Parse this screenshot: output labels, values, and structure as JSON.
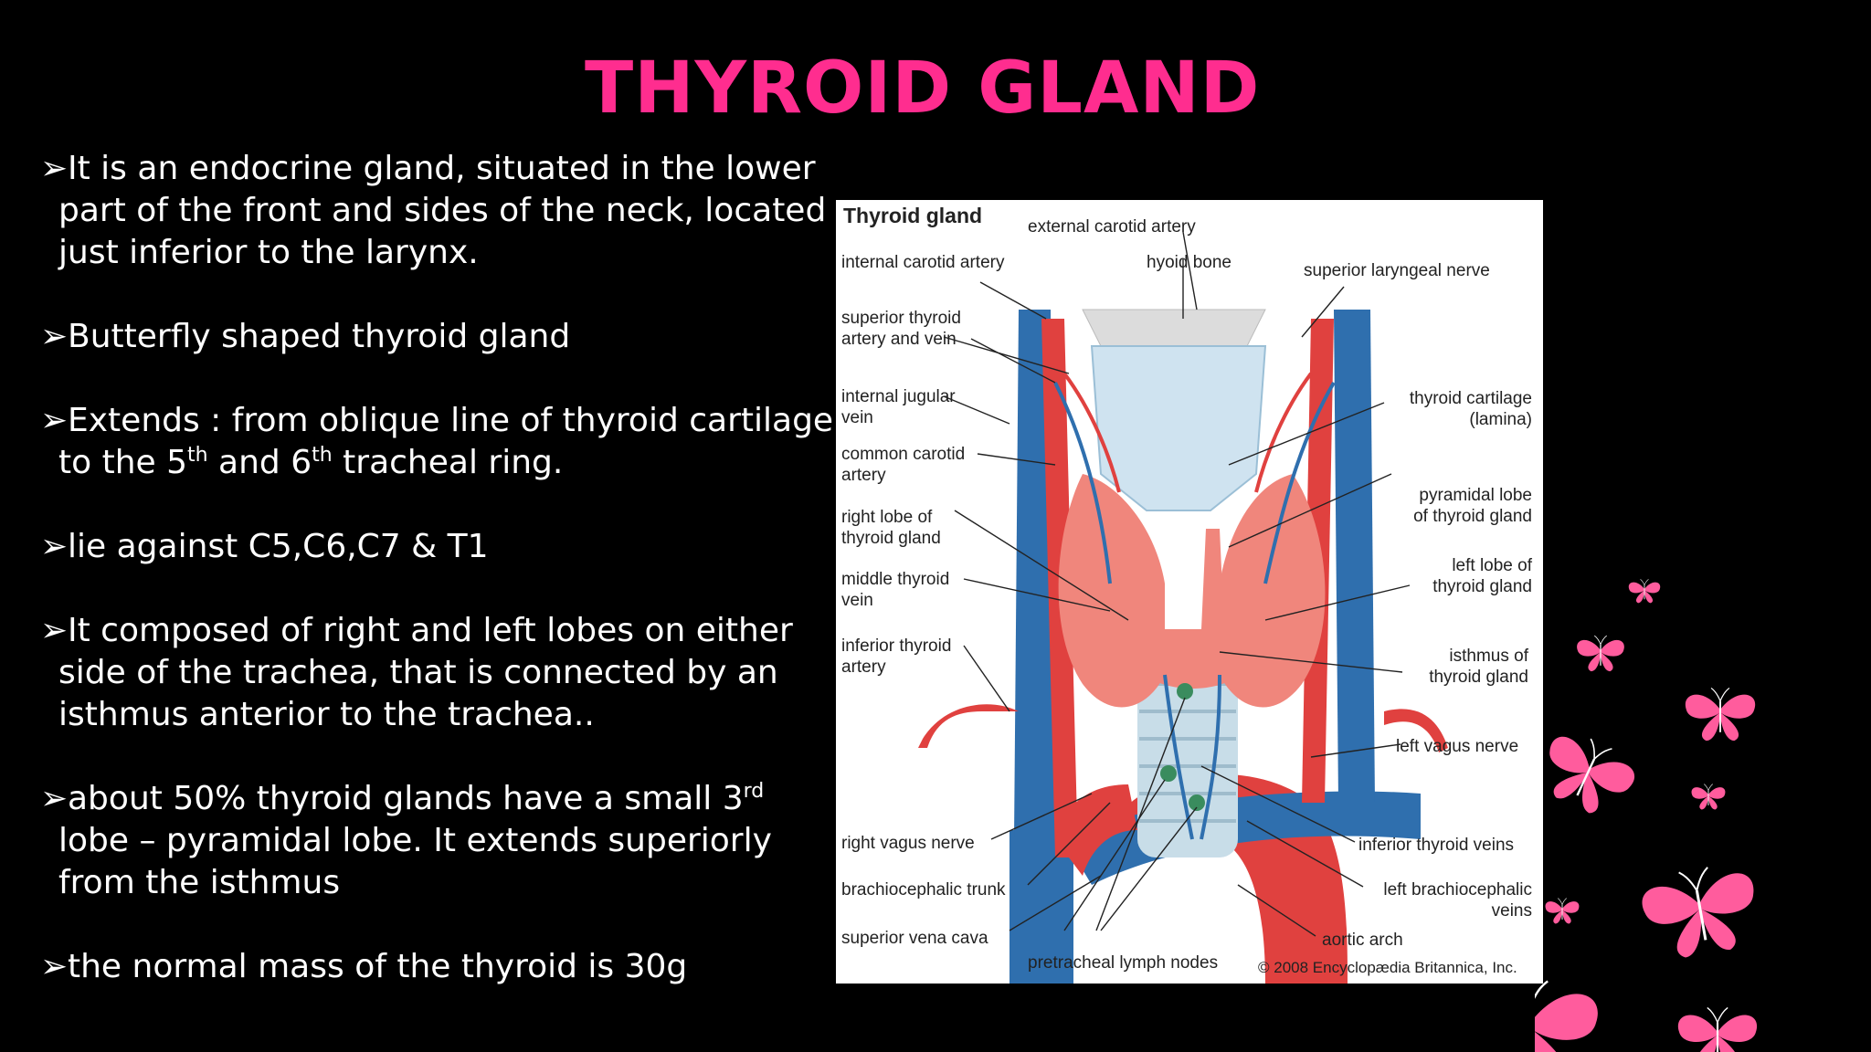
{
  "slide": {
    "title": "THYROID GLAND",
    "accent_color": "#ff2d8f",
    "bullets": [
      {
        "lines": [
          "It is an endocrine gland, situated  in the lower",
          "part of the front and sides of the neck, located",
          "just inferior to the larynx."
        ]
      },
      {
        "lines": [
          "Butterfly shaped thyroid gland"
        ]
      },
      {
        "lines": [
          "Extends : from oblique line of thyroid cartilage"
        ],
        "line2_parts": {
          "a": "to the 5",
          "sup1": "th",
          "b": " and 6",
          "sup2": "th",
          "c": " tracheal ring."
        }
      },
      {
        "lines": [
          "lie against C5,C6,C7 & T1"
        ]
      },
      {
        "lines": [
          "It composed of right and left lobes on either",
          "side of the trachea, that is connected by an",
          "isthmus anterior to the trachea.."
        ]
      },
      {
        "line1_parts": {
          "a": "about 50% thyroid glands have a small 3",
          "sup": "rd"
        },
        "lines": [
          "lobe – pyramidal lobe. It extends superiorly",
          "from the isthmus"
        ]
      },
      {
        "lines": [
          "the normal mass of the thyroid is 30g"
        ]
      }
    ],
    "bullet_glyph": "➢"
  },
  "figure": {
    "title": "Thyroid gland",
    "labels": {
      "external_carotid_artery": "external carotid artery",
      "internal_carotid_artery": "internal carotid artery",
      "hyoid_bone": "hyoid bone",
      "superior_laryngeal_nerve": "superior laryngeal nerve",
      "superior_thyroid_1": "superior thyroid",
      "superior_thyroid_2": "artery and vein",
      "internal_jugular_1": "internal jugular",
      "internal_jugular_2": "vein",
      "thyroid_cartilage_1": "thyroid cartilage",
      "thyroid_cartilage_2": "(lamina)",
      "common_carotid_1": "common carotid",
      "common_carotid_2": "artery",
      "right_lobe_1": "right lobe of",
      "right_lobe_2": "thyroid gland",
      "pyramidal_1": "pyramidal lobe",
      "pyramidal_2": "of thyroid gland",
      "middle_thyroid_1": "middle thyroid",
      "middle_thyroid_2": "vein",
      "left_lobe_1": "left lobe of",
      "left_lobe_2": "thyroid gland",
      "inferior_thyroid_1": "inferior thyroid",
      "inferior_thyroid_2": "artery",
      "isthmus_1": "isthmus of",
      "isthmus_2": "thyroid gland",
      "left_vagus": "left vagus nerve",
      "right_vagus": "right vagus nerve",
      "inferior_thyroid_veins": "inferior thyroid veins",
      "brachiocephalic_trunk": "brachiocephalic trunk",
      "left_brachio_1": "left brachiocephalic",
      "left_brachio_2": "veins",
      "superior_vena_cava": "superior vena cava",
      "aortic_arch": "aortic arch",
      "pretracheal": "pretracheal lymph nodes"
    },
    "copyright": "© 2008 Encyclopædia Britannica, Inc."
  },
  "decor": {
    "butterfly_color": "#ff5c9d",
    "butterfly_icon": "butterfly-icon"
  }
}
